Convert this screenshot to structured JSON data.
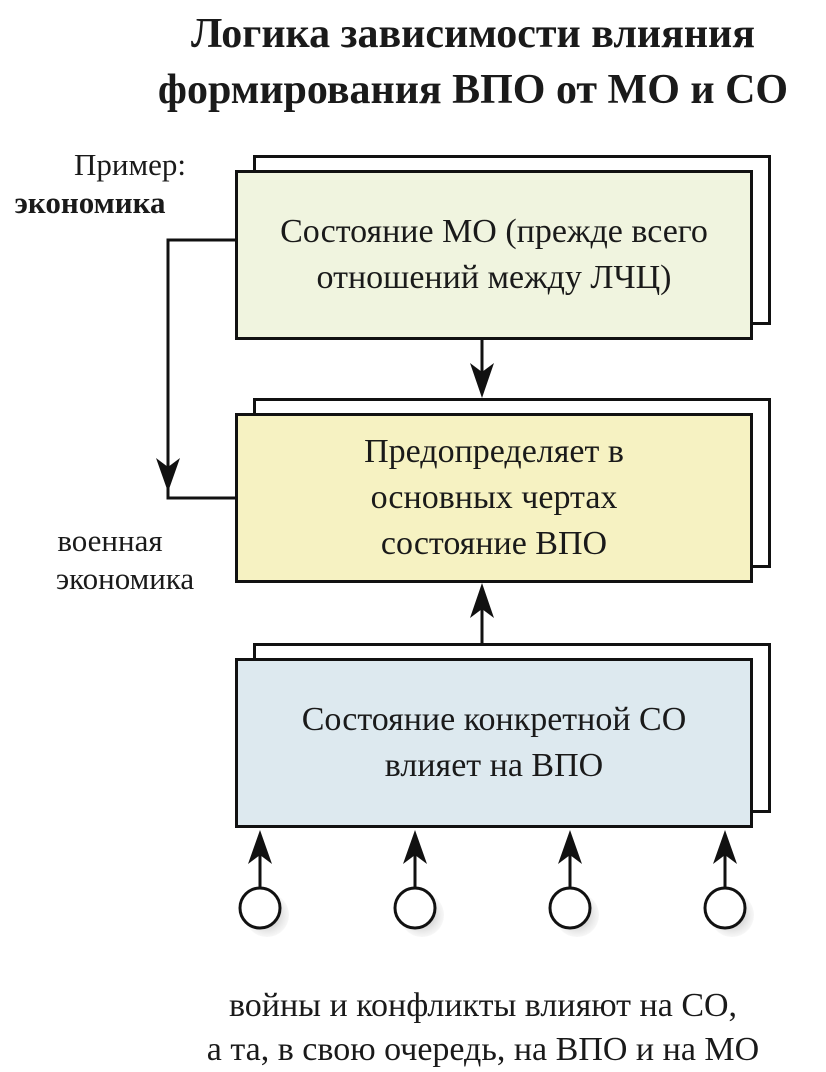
{
  "title": "Логика зависимости влияния формирования ВПО от МО и СО",
  "side_top": {
    "line1": "Пример:",
    "line2": "экономика"
  },
  "side_bottom": {
    "line1": "военная",
    "line2": "экономика"
  },
  "boxes": [
    {
      "text": "Состояние МО (прежде всего отношений между ЛЧЦ)",
      "color": "#f0f4df"
    },
    {
      "text": "Предопределяет в основных чертах состояние ВПО",
      "color": "#f6f2c2"
    },
    {
      "text": "Состояние конкретной СО влияет на ВПО",
      "color": "#dde9ef"
    }
  ],
  "caption": {
    "line1": "войны и конфликты влияют на СО,",
    "line2": "а та, в свою очередь, на ВПО и на МО"
  },
  "input_node_count": 4
}
